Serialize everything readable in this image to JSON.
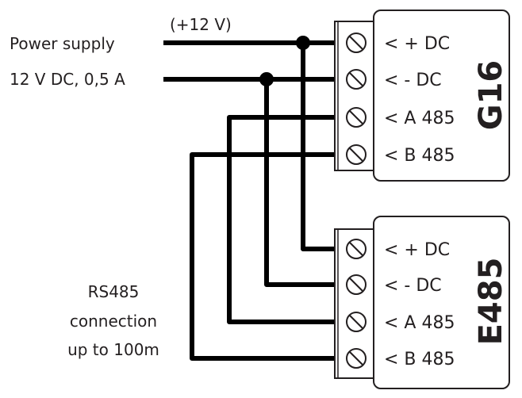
{
  "power_supply": {
    "line1": "Power supply",
    "line2": "12 V DC, 0,5 A",
    "voltage_tag": "(+12 V)"
  },
  "rs485_note": {
    "line1": "RS485",
    "line2": "connection",
    "line3": "up to 100m"
  },
  "devices": [
    {
      "name": "G16",
      "terminals": [
        "< + DC",
        "< - DC",
        "< A 485",
        "< B 485"
      ]
    },
    {
      "name": "E485",
      "terminals": [
        "< + DC",
        "< - DC",
        "< A 485",
        "< B 485"
      ]
    }
  ],
  "colors": {
    "wire": "#000000",
    "text": "#231f20",
    "outline": "#231f20"
  }
}
